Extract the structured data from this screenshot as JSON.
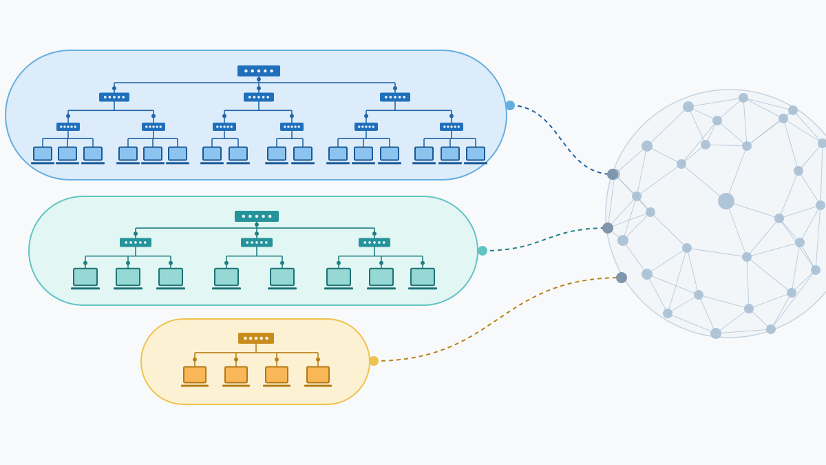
{
  "diagram": {
    "networks": [
      {
        "id": "network-blue",
        "colors": {
          "fill": "#ddecfb",
          "stroke": "#63aee0",
          "line": "#2166a8",
          "device": "#1f6fbb",
          "device_light": "#8cc4ef",
          "device_dark": "#1a5a96"
        },
        "distribution_groups": [
          [
            3,
            3
          ],
          [
            2,
            2
          ],
          [
            3,
            3
          ]
        ]
      },
      {
        "id": "network-teal",
        "colors": {
          "fill": "#e2f6f3",
          "stroke": "#62c3c4",
          "line": "#1f7f82",
          "device": "#24939a",
          "device_light": "#95d8d4",
          "device_dark": "#1d7276"
        },
        "distribution_groups": [
          [
            3
          ],
          [
            2
          ],
          [
            3
          ]
        ]
      },
      {
        "id": "network-orange",
        "colors": {
          "fill": "#fdf1d3",
          "stroke": "#eec24d",
          "line": "#b98018",
          "device": "#c98d1c",
          "device_light": "#f9b757",
          "device_dark": "#b27914"
        },
        "distribution_groups": [
          [
            4
          ]
        ]
      }
    ],
    "globe": {
      "colors": {
        "edge": "#a9bfd2",
        "node": "#a8c0d4",
        "node_dark": "#7f96ab",
        "outline": "#c4d3e0"
      }
    }
  }
}
